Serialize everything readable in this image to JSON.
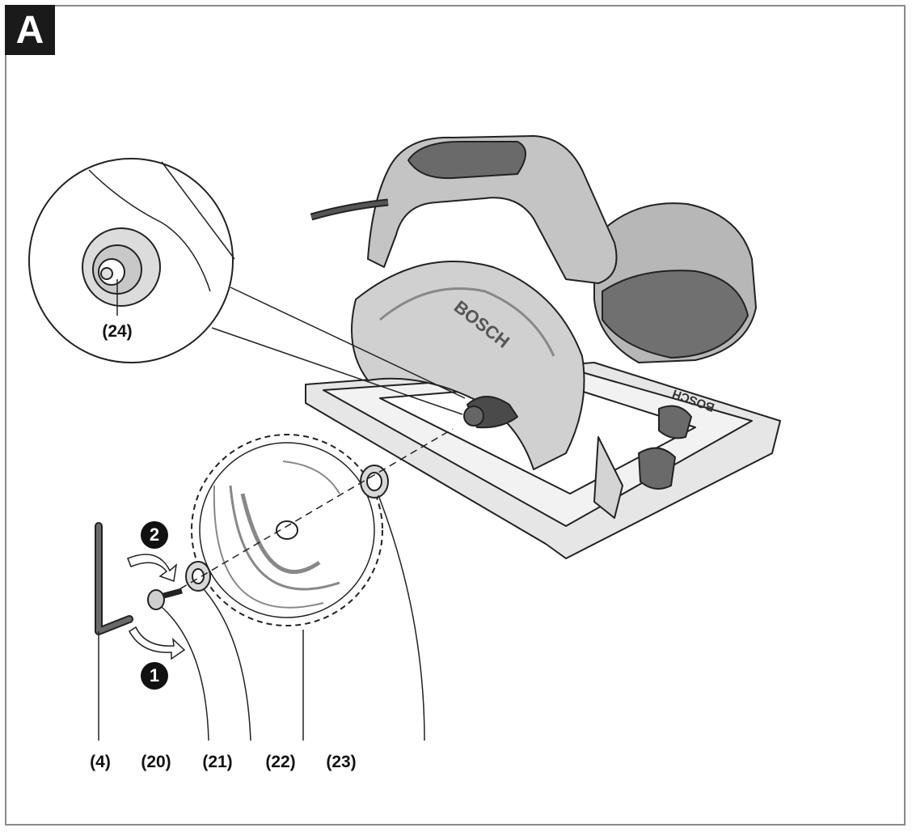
{
  "panel": {
    "tag": "A"
  },
  "brand": {
    "housing": "BOSCH",
    "baseplate": "BOSCH"
  },
  "steps": [
    "2",
    "1"
  ],
  "callouts": {
    "inset": "(24)",
    "bottom": [
      "(4)",
      "(20)",
      "(21)",
      "(22)",
      "(23)"
    ]
  },
  "colors": {
    "line": "#222222",
    "body": "#bdbdbd",
    "dark": "#5a5a5a",
    "light": "#e4e4e4"
  }
}
